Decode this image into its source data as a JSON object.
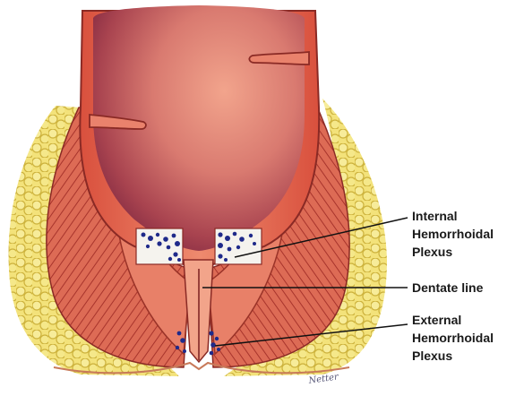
{
  "labels": {
    "internal": [
      "Internal",
      "Hemorrhoidal",
      "Plexus"
    ],
    "dentate": "Dentate line",
    "external": [
      "External",
      "Hemorrhoidal",
      "Plexus"
    ]
  },
  "signature": "Netter"
}
